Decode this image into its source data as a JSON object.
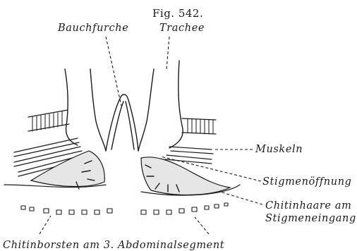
{
  "figure_label": "Fig. 542.",
  "labels": {
    "bauchfurche": "Bauchfurche",
    "trachee": "Trachee",
    "muskeln": "Muskeln",
    "stigmenoeffnung": "Stigmenöffnung",
    "chitinhaare_line1": "Chitinhaare am",
    "chitinhaare_line2": "Stigmeneingang",
    "chitinborsten": "Chitinborsten am 3. Abdominalsegment"
  },
  "colors": {
    "ink": "#1a1a1a",
    "paper": "#ffffff"
  }
}
